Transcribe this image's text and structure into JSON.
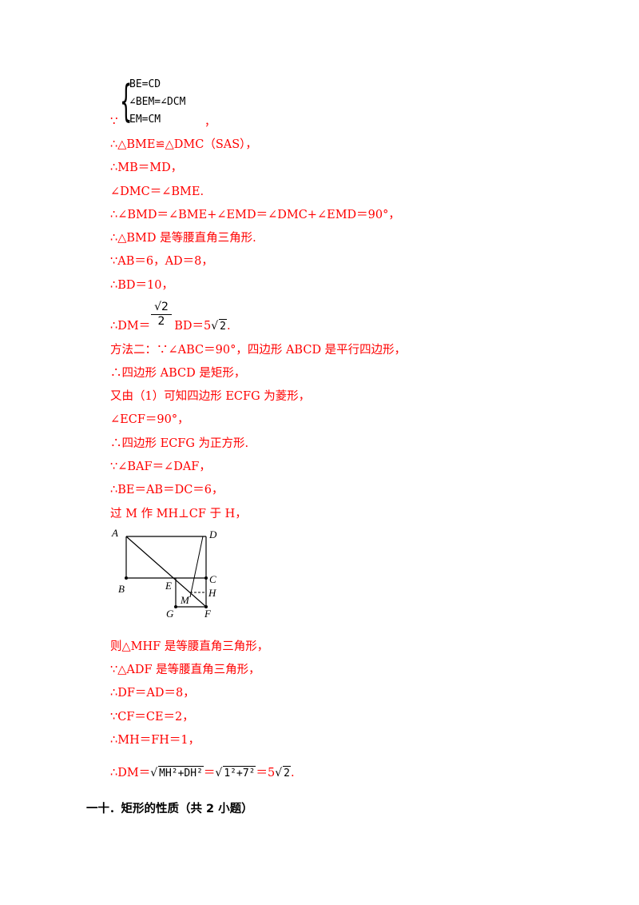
{
  "system": {
    "row1": "BE=CD",
    "row2": "∠BEM=∠DCM",
    "row3": "EM=CM",
    "because": "∵",
    "comma": "，"
  },
  "lines": {
    "l1": "∴△BME≌△DMC（SAS），",
    "l2": "∴MB＝MD，",
    "l3": "∠DMC＝∠BME.",
    "l4": "∴∠BMD＝∠BME+∠EMD＝∠DMC+∠EMD＝90°，",
    "l5": "∴△BMD 是等腰直角三角形.",
    "l6": "∵AB＝6，AD＝8，",
    "l7": "∴BD＝10，",
    "l8_pre": "∴DM＝",
    "l8_frac_num": "√2",
    "l8_frac_den": "2",
    "l8_mid": "BD＝5",
    "l8_sqrt": "2",
    "l8_end": ".",
    "l9": "方法二：∵∠ABC＝90°，四边形 ABCD 是平行四边形，",
    "l10": "∴四边形 ABCD 是矩形，",
    "l11": "又由（1）可知四边形 ECFG 为菱形，",
    "l12": "∠ECF＝90°，",
    "l13": "∴四边形 ECFG 为正方形.",
    "l14": "∵∠BAF＝∠DAF，",
    "l15": "∴BE＝AB＝DC＝6，",
    "l16": "过 M 作 MH⊥CF 于 H，",
    "l17": "则△MHF 是等腰直角三角形，",
    "l18": "∵△ADF 是等腰直角三角形，",
    "l19": "∴DF＝AD＝8，",
    "l20": "∵CF＝CE＝2，",
    "l21": "∴MH＝FH＝1，",
    "l22_pre": "∴DM＝",
    "l22_rad1": "MH²+DH²",
    "l22_eq": "＝",
    "l22_rad2": "1²+7²",
    "l22_five": "＝5",
    "l22_rad3": "2",
    "l22_end": "."
  },
  "diagram": {
    "labels": {
      "A": "A",
      "B": "B",
      "C": "C",
      "D": "D",
      "E": "E",
      "F": "F",
      "G": "G",
      "H": "H",
      "M": "M"
    }
  },
  "heading": "一十．矩形的性质（共 2 小题）"
}
